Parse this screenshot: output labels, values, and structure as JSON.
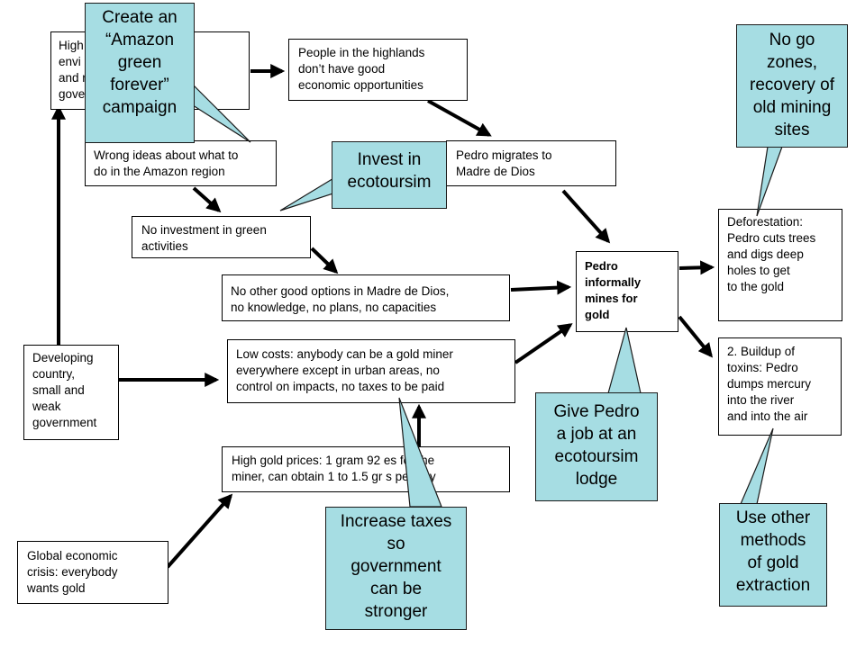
{
  "boxes": {
    "highlands_environment": "High\nenvi aded\nand ral\ngove",
    "wrong_ideas": "Wrong ideas about what to\ndo in the Amazon region",
    "people_highlands": "People in the highlands\ndon’t have good\neconomic opportunities",
    "pedro_migrates": "Pedro migrates to\nMadre de Dios",
    "no_green_investment": "No investment in green\nactivities",
    "no_options": "No other good options in Madre de Dios,\nno knowledge, no plans, no capacities",
    "pedro_mines": "Pedro\ninformally\nmines for\ngold",
    "deforestation": "Deforestation:\nPedro cuts trees\nand digs deep\nholes to get\nto the gold",
    "toxins": "2.  Buildup of\ntoxins: Pedro\ndumps mercury\ninto the river\nand into the air",
    "developing_country": "Developing\ncountry,\nsmall and\nweak\ngovernment",
    "low_costs": "Low costs: anybody can be a gold miner\neverywhere except in urban areas, no\ncontrol on impacts, no taxes to be paid",
    "high_gold_prices": "High gold prices: 1 gram 92 es for the\nminer, can obtain 1 to 1.5 gr s per day",
    "global_crisis": "Global economic\ncrisis: everybody\nwants gold"
  },
  "callouts": {
    "amazon_campaign": "Create an\n“Amazon\ngreen\nforever”\ncampaign",
    "ecotourism": "Invest in\necotoursim",
    "no_go_zones": "No go\nzones,\nrecovery of\nold mining\nsites",
    "job_lodge": "Give Pedro\na job at an\necotoursim\nlodge",
    "increase_taxes": "Increase taxes\nso\ngovernment\ncan be\nstronger",
    "other_methods": "Use other\nmethods\nof gold\nextraction"
  },
  "colors": {
    "callout_fill": "#a6dde3",
    "arrow": "#000000"
  }
}
